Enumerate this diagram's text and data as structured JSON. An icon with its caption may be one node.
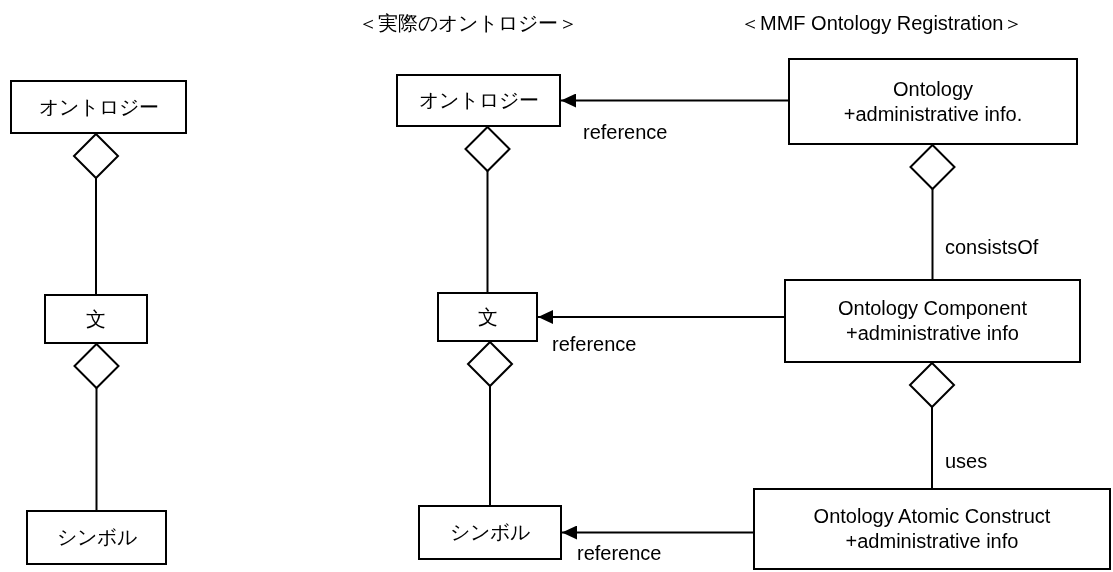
{
  "diagram": {
    "nodes": [
      {
        "text": [
          "オントロジー"
        ]
      },
      {
        "text": [
          "文"
        ]
      },
      {
        "text": [
          "シンボル"
        ]
      },
      {
        "text": [
          "オントロジー"
        ]
      },
      {
        "text": [
          "文"
        ]
      },
      {
        "text": [
          "シンボル"
        ]
      },
      {
        "text": [
          "Ontology",
          "+administrative info."
        ]
      },
      {
        "text": [
          "Ontology Component",
          "+administrative info"
        ]
      },
      {
        "text": [
          "Ontology Atomic Construct",
          "+administrative info"
        ]
      }
    ],
    "edges": [
      {
        "from": 0,
        "to": 1,
        "arrow": "other"
      },
      {
        "from": 1,
        "to": 2,
        "arrow": "other"
      },
      {
        "from": 3,
        "to": 4,
        "arrow": "other"
      },
      {
        "from": 4,
        "to": 5,
        "arrow": "other"
      },
      {
        "from": 6,
        "to": 7,
        "arrow": "other",
        "label": "consistsOf"
      },
      {
        "from": 7,
        "to": 8,
        "arrow": "other",
        "label": "uses"
      },
      {
        "from": 6,
        "to": 3,
        "arrow": "to",
        "label": "reference"
      },
      {
        "from": 7,
        "to": 4,
        "arrow": "to",
        "label": "reference"
      },
      {
        "from": 8,
        "to": 5,
        "arrow": "to",
        "label": "reference"
      }
    ],
    "labels": [
      "＜実際のオントロジー＞",
      "＜MMF Ontology Registration＞"
    ]
  }
}
